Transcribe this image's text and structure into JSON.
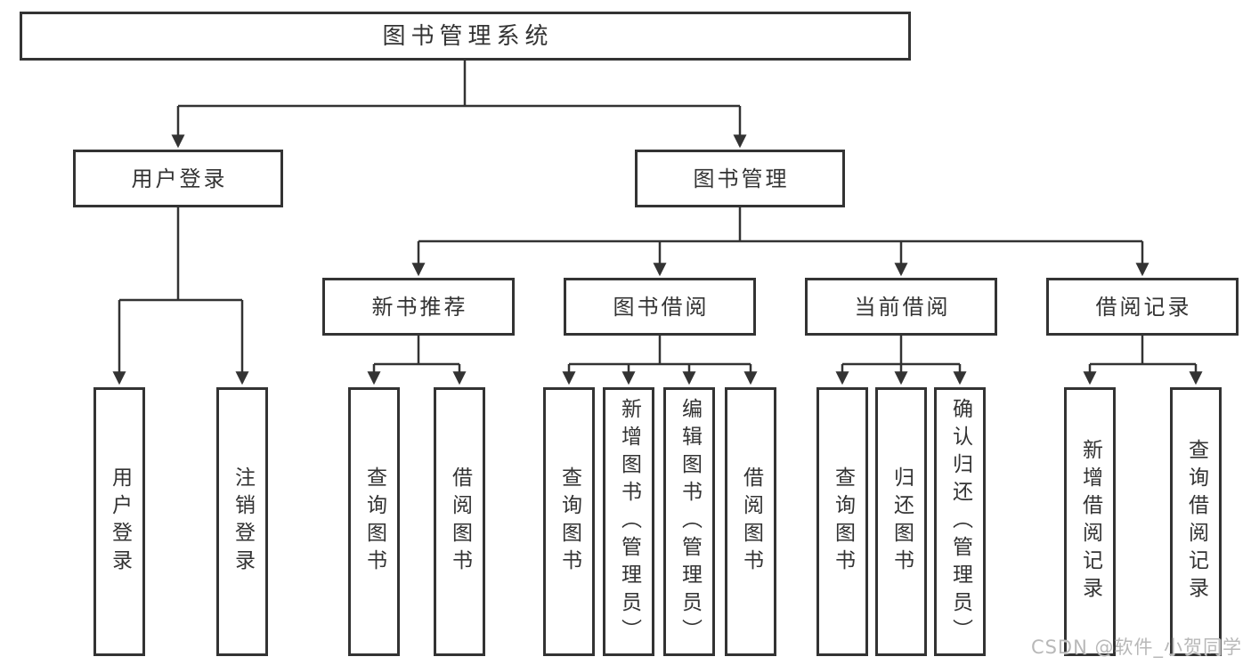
{
  "tree": {
    "label": "图书管理系统",
    "children": [
      {
        "label": "用户登录",
        "children": [
          {
            "label": "用户登录"
          },
          {
            "label": "注销登录"
          }
        ]
      },
      {
        "label": "图书管理",
        "children": [
          {
            "label": "新书推荐",
            "children": [
              {
                "label": "查询图书"
              },
              {
                "label": "借阅图书"
              }
            ]
          },
          {
            "label": "图书借阅",
            "children": [
              {
                "label": "查询图书"
              },
              {
                "label": "新增图书（管理员）"
              },
              {
                "label": "编辑图书（管理员）"
              },
              {
                "label": "借阅图书"
              }
            ]
          },
          {
            "label": "当前借阅",
            "children": [
              {
                "label": "查询图书"
              },
              {
                "label": "归还图书"
              },
              {
                "label": "确认归还（管理员）"
              }
            ]
          },
          {
            "label": "借阅记录",
            "children": [
              {
                "label": "新增借阅记录"
              },
              {
                "label": "查询借阅记录"
              }
            ]
          }
        ]
      }
    ]
  },
  "watermark": "CSDN @软件_小贺同学",
  "colors": {
    "line": "#333333",
    "text": "#333333",
    "watermark": "#b8b8b8",
    "background": "#ffffff"
  }
}
